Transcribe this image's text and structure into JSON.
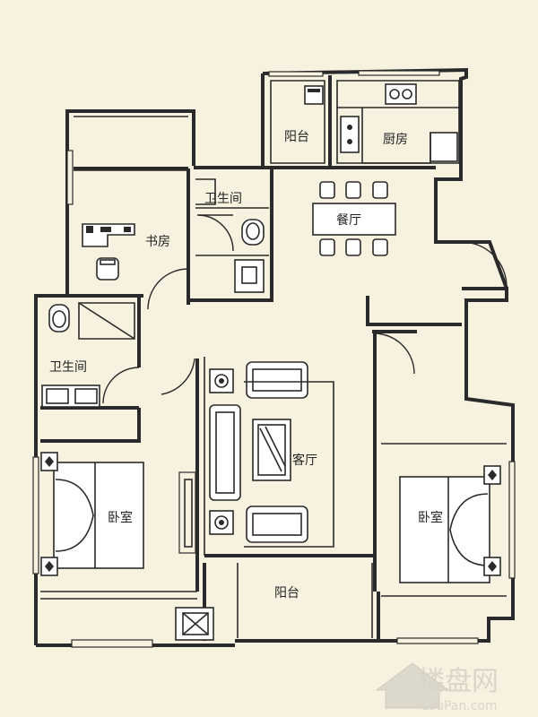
{
  "rooms": {
    "balcony_top": "阳台",
    "kitchen": "厨房",
    "bathroom_top": "卫生间",
    "study": "书房",
    "dining": "餐厅",
    "bathroom_left": "卫生间",
    "living": "客厅",
    "bedroom_left": "卧室",
    "bedroom_right": "卧室",
    "balcony_bottom": "阳台"
  },
  "watermark": {
    "brand": "楼盘网",
    "url": "LouPan.com"
  }
}
